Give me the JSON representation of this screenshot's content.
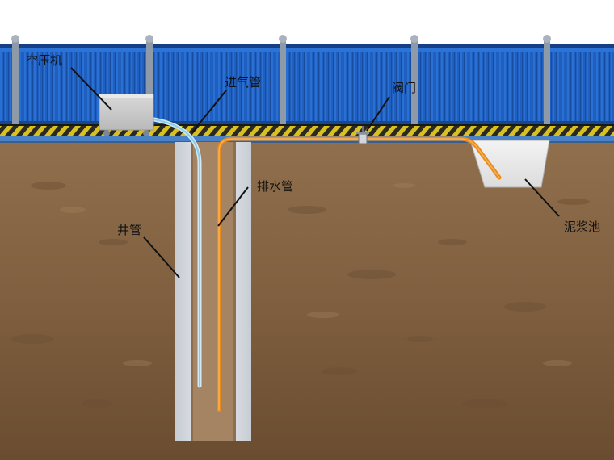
{
  "labels": {
    "compressor": "空压机",
    "air_pipe": "进气管",
    "valve": "阀门",
    "drain_pipe": "排水管",
    "well_pipe": "井管",
    "mud_pit": "泥浆池"
  },
  "colors": {
    "fence_blue": "#1f5fbf",
    "soil": "#8a6a48",
    "drain_pipe": "#f0961e",
    "air_pipe": "#9fd4ee",
    "hazard_yellow": "#d8c020",
    "hazard_dark": "#2a2a22"
  }
}
